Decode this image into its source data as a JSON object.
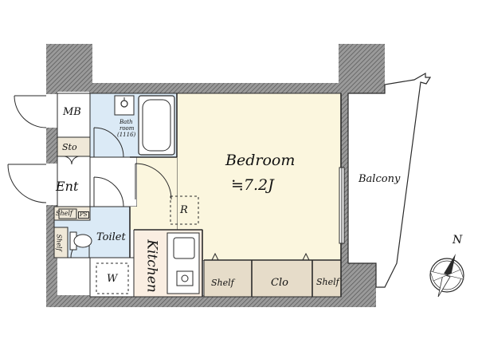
{
  "rooms": {
    "bedroom": {
      "name": "Bedroom",
      "size": "≒7.2J"
    },
    "balcony": "Balcony",
    "mb": "MB",
    "sto": "Sto",
    "ent": "Ent",
    "bathroom": {
      "line1": "Bath",
      "line2": "room",
      "line3": "(1116)"
    },
    "toilet": "Toilet",
    "kitchen": "Kitchen",
    "washer": "W",
    "refrigerator": "R",
    "shelf_entry": "Shelf",
    "ps": "PS",
    "shelf_toilet": "Shelf",
    "shelf_left": "Shelf",
    "closet": "Clo",
    "shelf_right": "Shelf"
  },
  "compass": {
    "label": "N"
  },
  "colors": {
    "wall_hatch": "#7a7a7a",
    "wet_area": "#dbeaf6",
    "bedroom_floor": "#fbf6de",
    "kitchen_floor": "#faeee2",
    "closet_fill": "#e6dcc9",
    "entrance_floor": "#efe8d8",
    "line": "#2a2a2a"
  }
}
